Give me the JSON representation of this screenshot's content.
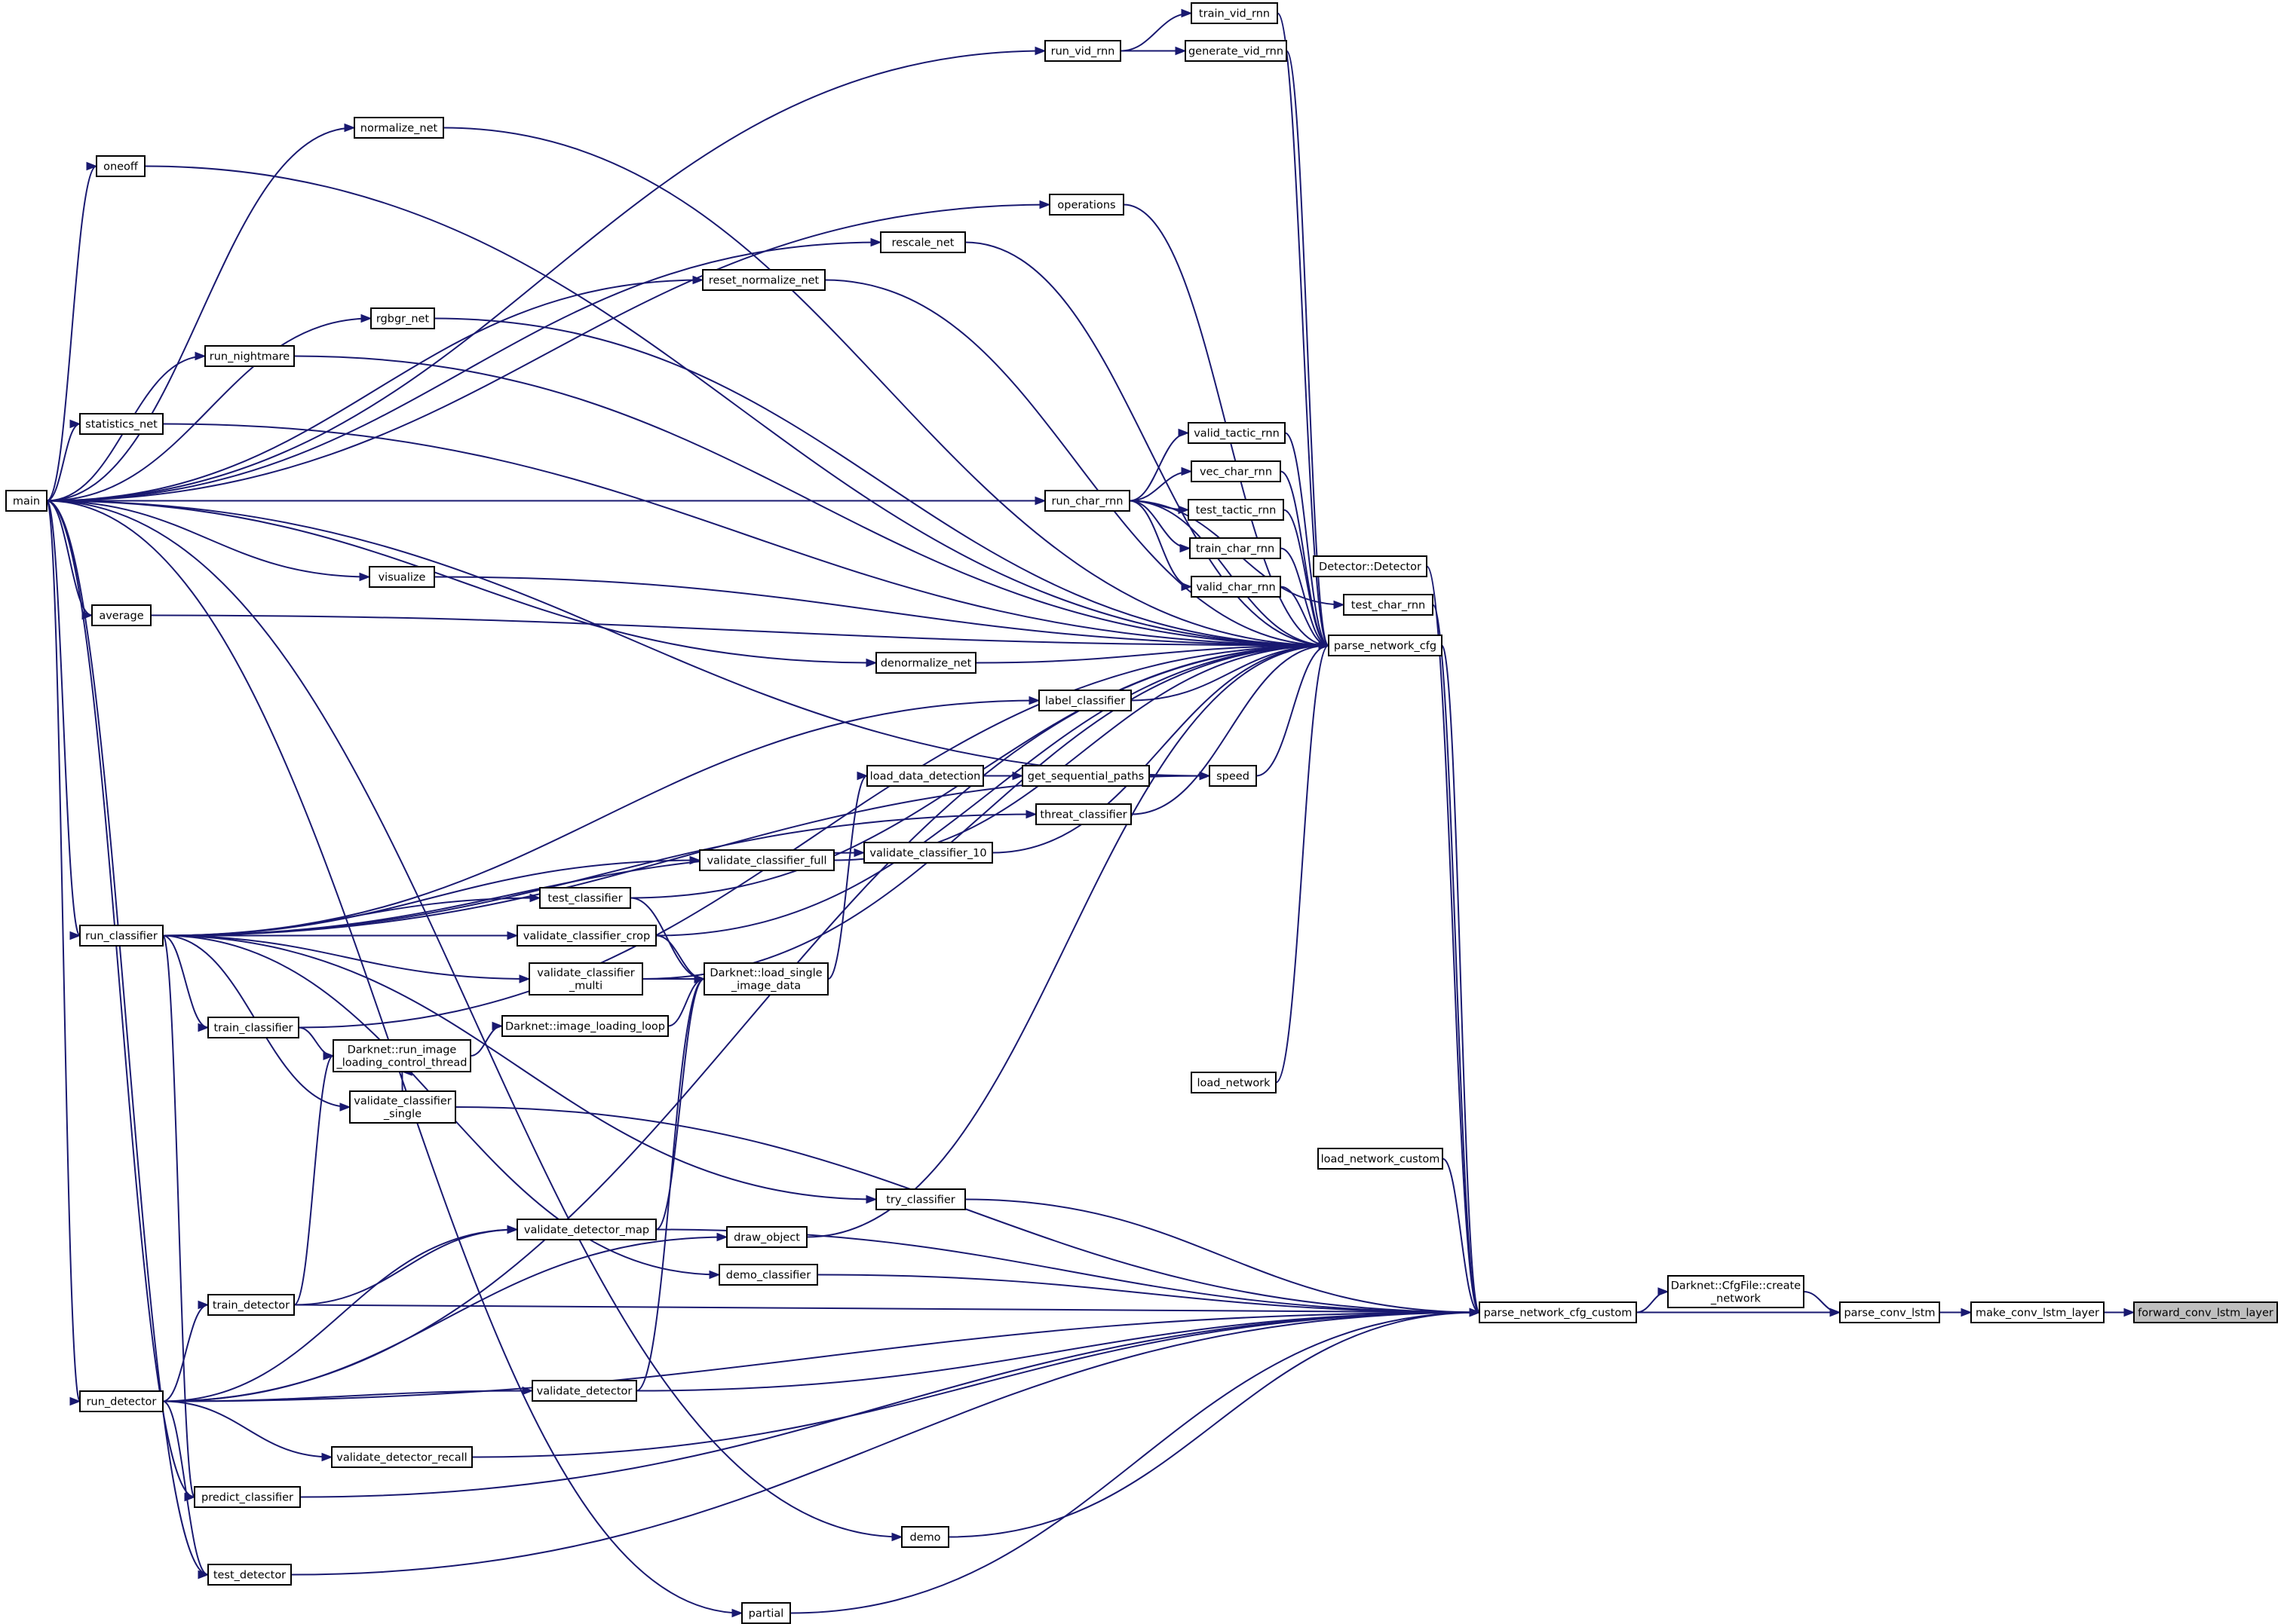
{
  "diagram": {
    "title": "",
    "colors": {
      "edge": "#191970",
      "node_border": "#000000",
      "node_fill": "#ffffff",
      "focus_fill": "#bfbfbf"
    },
    "nodes": [
      {
        "id": "forward_conv_lstm_layer",
        "label": "forward_conv_lstm_layer",
        "focus": true
      },
      {
        "id": "make_conv_lstm_layer",
        "label": "make_conv_lstm_layer"
      },
      {
        "id": "parse_conv_lstm",
        "label": "parse_conv_lstm"
      },
      {
        "id": "create_network",
        "label": "Darknet::CfgFile::create\n_network"
      },
      {
        "id": "parse_network_cfg_custom",
        "label": "parse_network_cfg_custom"
      },
      {
        "id": "parse_network_cfg",
        "label": "parse_network_cfg"
      },
      {
        "id": "detector_ctor",
        "label": "Detector::Detector"
      },
      {
        "id": "test_char_rnn",
        "label": "test_char_rnn"
      },
      {
        "id": "load_network_custom",
        "label": "load_network_custom"
      },
      {
        "id": "load_network",
        "label": "load_network"
      },
      {
        "id": "train_vid_rnn",
        "label": "train_vid_rnn"
      },
      {
        "id": "generate_vid_rnn",
        "label": "generate_vid_rnn"
      },
      {
        "id": "run_vid_rnn",
        "label": "run_vid_rnn"
      },
      {
        "id": "normalize_net",
        "label": "normalize_net"
      },
      {
        "id": "oneoff",
        "label": "oneoff"
      },
      {
        "id": "operations",
        "label": "operations"
      },
      {
        "id": "rescale_net",
        "label": "rescale_net"
      },
      {
        "id": "reset_normalize_net",
        "label": "reset_normalize_net"
      },
      {
        "id": "rgbgr_net",
        "label": "rgbgr_net"
      },
      {
        "id": "run_nightmare",
        "label": "run_nightmare"
      },
      {
        "id": "statistics_net",
        "label": "statistics_net"
      },
      {
        "id": "main",
        "label": "main"
      },
      {
        "id": "valid_tactic_rnn",
        "label": "valid_tactic_rnn"
      },
      {
        "id": "vec_char_rnn",
        "label": "vec_char_rnn"
      },
      {
        "id": "test_tactic_rnn",
        "label": "test_tactic_rnn"
      },
      {
        "id": "train_char_rnn",
        "label": "train_char_rnn"
      },
      {
        "id": "valid_char_rnn",
        "label": "valid_char_rnn"
      },
      {
        "id": "run_char_rnn",
        "label": "run_char_rnn"
      },
      {
        "id": "visualize",
        "label": "visualize"
      },
      {
        "id": "average",
        "label": "average"
      },
      {
        "id": "denormalize_net",
        "label": "denormalize_net"
      },
      {
        "id": "label_classifier",
        "label": "label_classifier"
      },
      {
        "id": "speed",
        "label": "speed"
      },
      {
        "id": "get_sequential_paths",
        "label": "get_sequential_paths"
      },
      {
        "id": "load_data_detection",
        "label": "load_data_detection"
      },
      {
        "id": "threat_classifier",
        "label": "threat_classifier"
      },
      {
        "id": "validate_classifier_10",
        "label": "validate_classifier_10"
      },
      {
        "id": "validate_classifier_full",
        "label": "validate_classifier_full"
      },
      {
        "id": "test_classifier",
        "label": "test_classifier"
      },
      {
        "id": "validate_classifier_crop",
        "label": "validate_classifier_crop"
      },
      {
        "id": "validate_classifier_multi",
        "label": "validate_classifier\n_multi"
      },
      {
        "id": "load_single_image_data",
        "label": "Darknet::load_single\n_image_data"
      },
      {
        "id": "image_loading_loop",
        "label": "Darknet::image_loading_loop"
      },
      {
        "id": "run_image_loading_control_thread",
        "label": "Darknet::run_image\n_loading_control_thread"
      },
      {
        "id": "run_classifier",
        "label": "run_classifier"
      },
      {
        "id": "train_classifier",
        "label": "train_classifier"
      },
      {
        "id": "validate_classifier_single",
        "label": "validate_classifier\n_single"
      },
      {
        "id": "try_classifier",
        "label": "try_classifier"
      },
      {
        "id": "validate_detector_map",
        "label": "validate_detector_map"
      },
      {
        "id": "draw_object",
        "label": "draw_object"
      },
      {
        "id": "demo_classifier",
        "label": "demo_classifier"
      },
      {
        "id": "train_detector",
        "label": "train_detector"
      },
      {
        "id": "run_detector",
        "label": "run_detector"
      },
      {
        "id": "validate_detector",
        "label": "validate_detector"
      },
      {
        "id": "validate_detector_recall",
        "label": "validate_detector_recall"
      },
      {
        "id": "predict_classifier",
        "label": "predict_classifier"
      },
      {
        "id": "demo",
        "label": "demo"
      },
      {
        "id": "test_detector",
        "label": "test_detector"
      },
      {
        "id": "partial",
        "label": "partial"
      }
    ]
  }
}
